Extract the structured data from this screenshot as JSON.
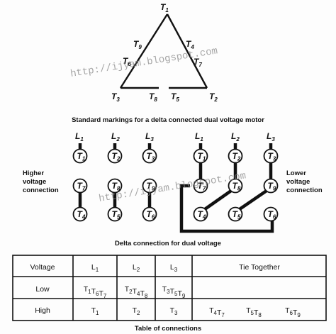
{
  "delta_terminals": {
    "t1": "T",
    "t1_sub": "1",
    "t9": "T",
    "t9_sub": "9",
    "t4": "T",
    "t4_sub": "4",
    "t6": "T",
    "t6_sub": "6",
    "t7": "T",
    "t7_sub": "7",
    "t3": "T",
    "t3_sub": "3",
    "t8": "T",
    "t8_sub": "8",
    "t5": "T",
    "t5_sub": "5",
    "t2": "T",
    "t2_sub": "2"
  },
  "watermark": "http://ijyam.blogspot.com",
  "captions": {
    "delta_markings": "Standard markings for a delta connected dual voltage motor",
    "delta_connection": "Delta connection for dual voltage",
    "table_title": "Table of connections"
  },
  "side_labels": {
    "higher": [
      "Higher",
      "voltage",
      "connection"
    ],
    "lower": [
      "Lower",
      "voltage",
      "connection"
    ]
  },
  "line_labels": {
    "l": "L",
    "subs": [
      "1",
      "2",
      "3"
    ]
  },
  "higher_circles": [
    "1",
    "2",
    "3",
    "7",
    "8",
    "9",
    "4",
    "5",
    "6"
  ],
  "lower_circles": [
    "1",
    "2",
    "3",
    "7",
    "8",
    "9",
    "4",
    "5",
    "6"
  ],
  "table": {
    "headers": {
      "voltage": "Voltage",
      "l1": "L",
      "l1_sub": "1",
      "l2": "L",
      "l2_sub": "2",
      "l3": "L",
      "l3_sub": "3",
      "tie": "Tie Together"
    },
    "low": {
      "label": "Low",
      "l1": [
        "1",
        "6",
        "7"
      ],
      "l2": [
        "2",
        "4",
        "8"
      ],
      "l3": [
        "3",
        "5",
        "9"
      ]
    },
    "high": {
      "label": "High",
      "l1": [
        "1"
      ],
      "l2": [
        "2"
      ],
      "l3": [
        "3"
      ],
      "tie": [
        [
          "4",
          "7"
        ],
        [
          "5",
          "8"
        ],
        [
          "6",
          "9"
        ]
      ]
    },
    "t_letter": "T"
  }
}
